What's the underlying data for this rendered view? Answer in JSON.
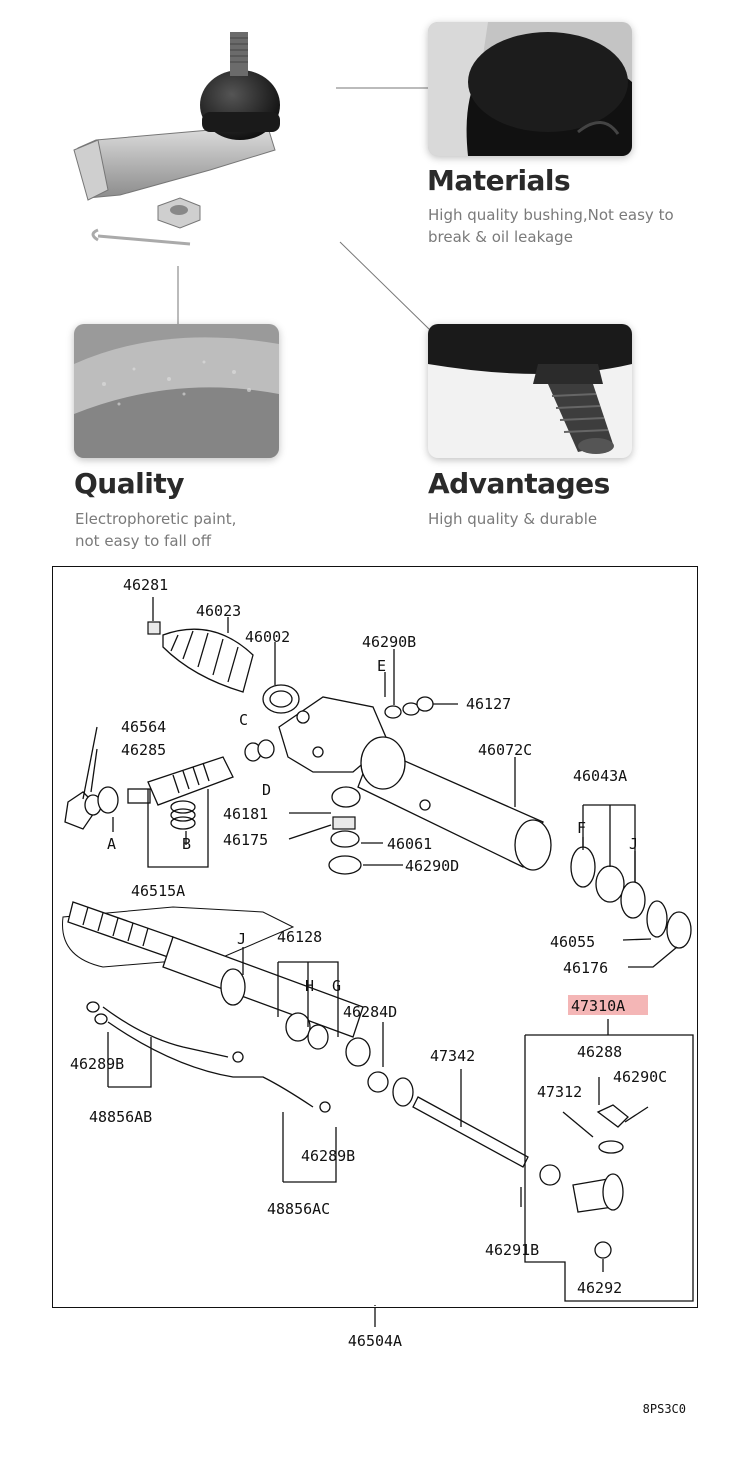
{
  "features": [
    {
      "title": "Materials",
      "desc": "High quality bushing,Not easy to break & oil leakage"
    },
    {
      "title": "Quality",
      "desc_line1": "Electrophoretic paint,",
      "desc_line2": "not easy to fall off"
    },
    {
      "title": "Advantages",
      "desc": "High quality & durable"
    }
  ],
  "diagram": {
    "labels": {
      "p46281": "46281",
      "p46023": "46023",
      "p46002": "46002",
      "p46290B": "46290B",
      "E": "E",
      "p46127": "46127",
      "p46564": "46564",
      "p46285": "46285",
      "C": "C",
      "D": "D",
      "p46072C": "46072C",
      "p46181": "46181",
      "p46175": "46175",
      "p46061": "46061",
      "p46290D": "46290D",
      "p46043A": "46043A",
      "F": "F",
      "J1": "J",
      "A": "A",
      "B": "B",
      "p46515A": "46515A",
      "p46055": "46055",
      "p46176": "46176",
      "J2": "J",
      "p46128": "46128",
      "H": "H",
      "G": "G",
      "p46284D": "46284D",
      "p47342": "47342",
      "p47310A": "47310A",
      "p46288": "46288",
      "p47312": "47312",
      "p46290C": "46290C",
      "p46289B_1": "46289B",
      "p48856AB": "48856AB",
      "p46289B_2": "46289B",
      "p48856AC": "48856AC",
      "p46291B": "46291B",
      "p46292": "46292"
    },
    "assembly_code": "46504A",
    "highlight_color": "#f4b6b6",
    "ref_code": "8PS3C0"
  }
}
